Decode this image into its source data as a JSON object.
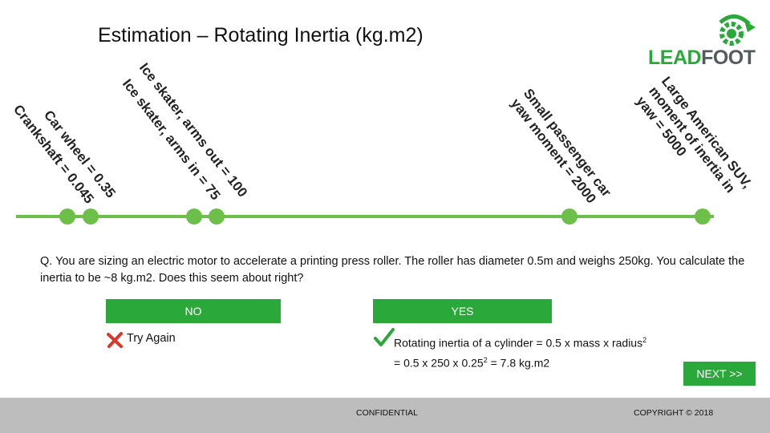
{
  "title": "Estimation – Rotating Inertia (kg.m2)",
  "logo": {
    "lead": "LEAD",
    "foot": "FOOT",
    "icon": "gear-arrow-icon"
  },
  "scale": {
    "labels": [
      {
        "line1": "Crankshaft = 0.045",
        "line2": ""
      },
      {
        "line1": "Car wheel = 0.35",
        "line2": ""
      },
      {
        "line1": "Ice skater, arms in = 75",
        "line2": ""
      },
      {
        "line1": "Ice skater, arms out = 100",
        "line2": ""
      },
      {
        "line1": "Small passenger car",
        "line2": "yaw moment = 2000"
      },
      {
        "line1": "Large American SUV,",
        "line2": "moment of inertia in",
        "line3": "yaw = 5000"
      }
    ]
  },
  "question": {
    "text": "Q. You are sizing an electric motor to accelerate a printing press roller. The roller has diameter 0.5m and weighs 250kg. You calculate the inertia to be ~8 kg.m2. Does this seem about right?"
  },
  "options": {
    "no_label": "NO",
    "yes_label": "YES",
    "try_again": "Try Again",
    "answer_line1_prefix": "Rotating inertia of a cylinder = 0.5 x mass x radius",
    "answer_line1_sup": "2",
    "answer_line2_prefix": "= 0.5 x 250 x 0.25",
    "answer_line2_sup": "2",
    "answer_line2_suffix": " = 7.8 kg.m2",
    "next_label": "NEXT >>"
  },
  "footer": {
    "confidential": "CONFIDENTIAL",
    "copyright": "COPYRIGHT © 2018"
  },
  "colors": {
    "accent": "#2aa839",
    "line": "#6cc04a",
    "footer": "#bdbdbd"
  }
}
